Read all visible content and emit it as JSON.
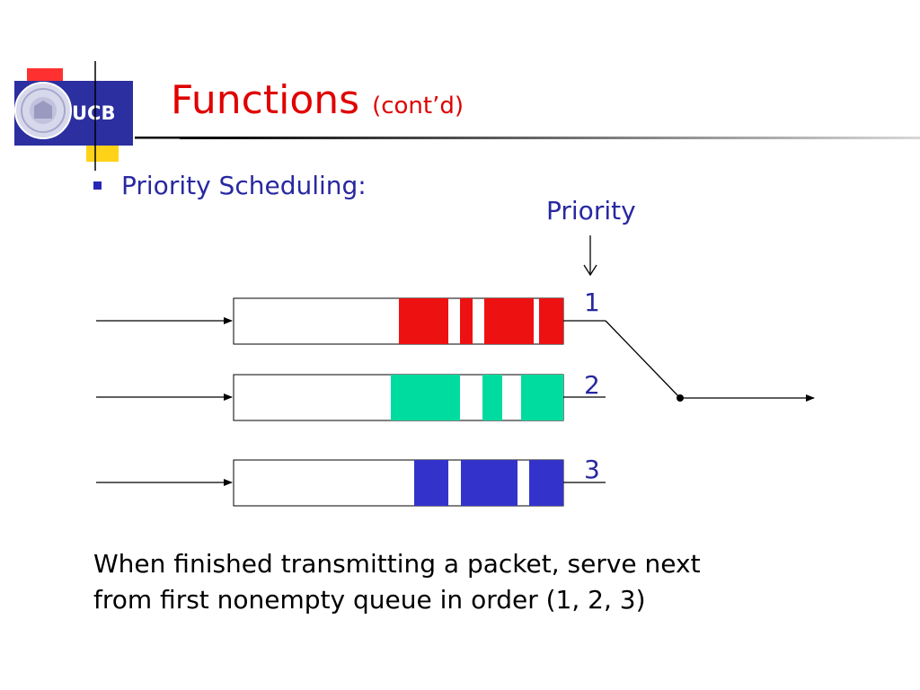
{
  "slide": {
    "title": "Functions",
    "title_sub": "(cont’d)",
    "bullet": "Priority Scheduling:"
  },
  "logo": {
    "text": "UCB",
    "icon": "university-seal-icon"
  },
  "diagram": {
    "priority_label": "Priority",
    "queues": [
      {
        "label": "1",
        "color": "#ee1111",
        "packets": 4
      },
      {
        "label": "2",
        "color": "#00dca0",
        "packets": 3
      },
      {
        "label": "3",
        "color": "#3333cc",
        "packets": 3
      }
    ]
  },
  "caption": {
    "line1": "When finished transmitting a packet, serve next",
    "line2": "from first nonempty queue in order (1, 2, 3)"
  },
  "colors": {
    "title": "#e00000",
    "text_blue": "#2828a0",
    "logo_blue": "#2b2fa0",
    "logo_yellow": "#ffd21a",
    "logo_red": "#ff2a2a"
  }
}
